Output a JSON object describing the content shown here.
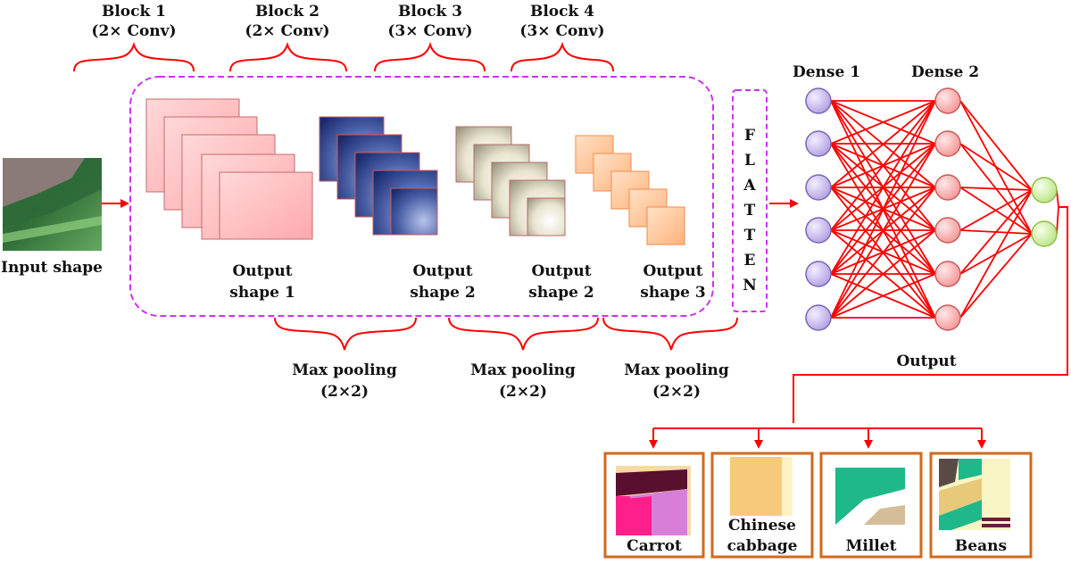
{
  "blocks": [
    {
      "title": "Block 1",
      "sub": "(2× Conv)"
    },
    {
      "title": "Block 2",
      "sub": "(2× Conv)"
    },
    {
      "title": "Block 3",
      "sub": "(3× Conv)"
    },
    {
      "title": "Block 4",
      "sub": "(3× Conv)"
    }
  ],
  "input_label": "Input shape",
  "outputs": [
    {
      "line1": "Output",
      "line2": "shape 1"
    },
    {
      "line1": "Output",
      "line2": "shape 2"
    },
    {
      "line1": "Output",
      "line2": "shape 2"
    },
    {
      "line1": "Output",
      "line2": "shape 3"
    }
  ],
  "pools": [
    {
      "line1": "Max pooling",
      "line2": "(2×2)"
    },
    {
      "line1": "Max pooling",
      "line2": "(2×2)"
    },
    {
      "line1": "Max pooling",
      "line2": "(2×2)"
    }
  ],
  "flatten_letters": [
    "F",
    "L",
    "A",
    "T",
    "T",
    "E",
    "N"
  ],
  "dense": {
    "dense1": "Dense 1",
    "dense2": "Dense 2",
    "output": "Output"
  },
  "classes": [
    "Carrot",
    "Chinese cabbage",
    "Millet",
    "Beans"
  ],
  "classes_display": [
    [
      "Carrot"
    ],
    [
      "Chinese",
      "cabbage"
    ],
    [
      "Millet"
    ],
    [
      "Beans"
    ]
  ],
  "colors": {
    "arrow": "#ff0000",
    "dashed_border": "#cc33ee",
    "class_border": "#d2691e",
    "neuron_input": "#c8b8ec",
    "neuron_hidden": "#ffb0b0",
    "neuron_output": "#dcf5b0"
  }
}
